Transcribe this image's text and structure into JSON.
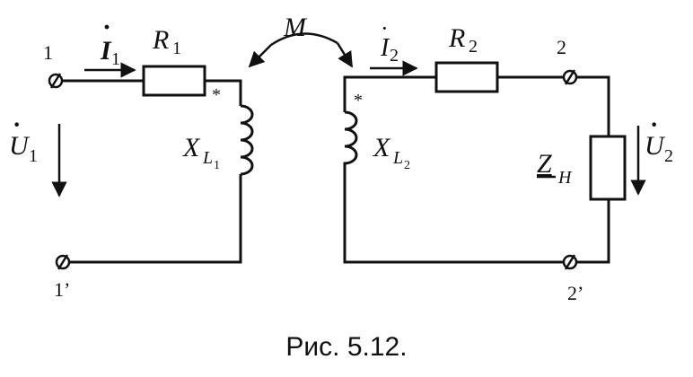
{
  "terminals": {
    "t1": "1",
    "t1p": "1’",
    "t2": "2",
    "t2p": "2’"
  },
  "currents": {
    "i1": {
      "symbol": "I",
      "sub": "1",
      "dot": "·"
    },
    "i2": {
      "symbol": "I",
      "sub": "2",
      "dot": "·"
    }
  },
  "voltages": {
    "u1": {
      "symbol": "U",
      "sub": "1",
      "dot": "·"
    },
    "u2": {
      "symbol": "U",
      "sub": "2",
      "dot": "·"
    }
  },
  "resistors": {
    "r1": {
      "symbol": "R",
      "sub": "1"
    },
    "r2": {
      "symbol": "R",
      "sub": "2"
    }
  },
  "inductors": {
    "xl1": {
      "symbol": "X",
      "sub": "L",
      "subsub": "1"
    },
    "xl2": {
      "symbol": "X",
      "sub": "L",
      "subsub": "2"
    }
  },
  "mutual": {
    "symbol": "M"
  },
  "dot_marks": {
    "left": "*",
    "right": "*"
  },
  "load": {
    "symbol": "Z",
    "sub": "H"
  },
  "caption": "Рис. 5.12."
}
